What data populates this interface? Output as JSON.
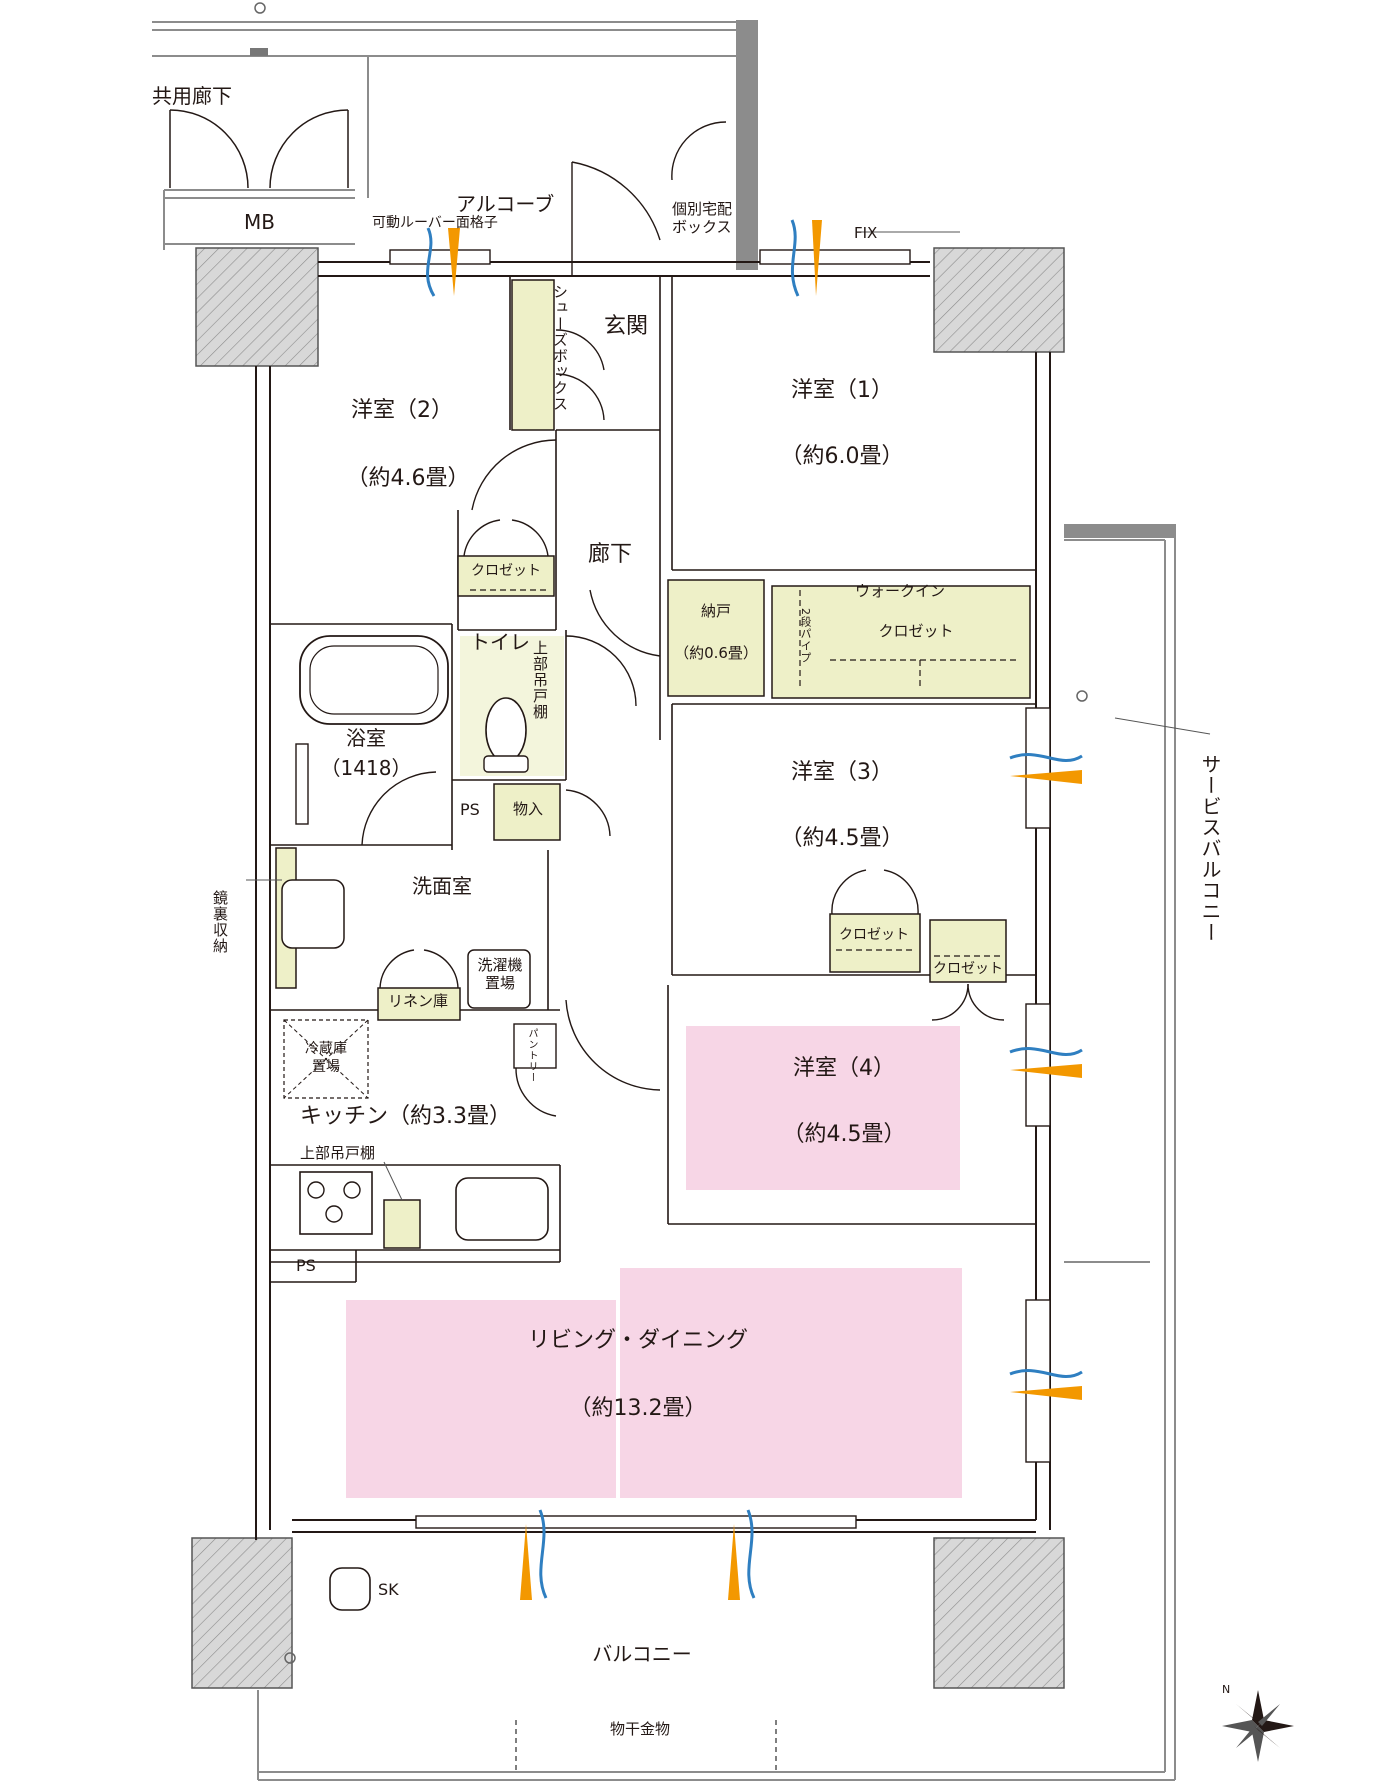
{
  "colors": {
    "wall": "#8c8c8c",
    "wall_dark": "#231815",
    "wall_hatch": "#c8c8c8",
    "storage_fill": "#eef0c8",
    "highlight": "#f7d6e6",
    "wind_blue": "#2f7fc1",
    "sun_orange": "#f39800"
  },
  "labels": {
    "common_corridor": "共用廊下",
    "mb": "MB",
    "alcove": "アルコーブ",
    "louver": "可動ルーバー面格子",
    "delivery_box": "個別宅配ボックス",
    "fix": "FIX",
    "shoe_box": "シューズボックス",
    "entrance": "玄関",
    "corridor": "廊下",
    "room1_name": "洋室（1）",
    "room1_size": "（約6.0畳）",
    "room2_name": "洋室（2）",
    "room2_size": "（約4.6畳）",
    "room3_name": "洋室（3）",
    "room3_size": "（約4.5畳）",
    "room4_name": "洋室（4）",
    "room4_size": "（約4.5畳）",
    "closet": "クロゼット",
    "storage_room": "納戸",
    "storage_room_size": "（約0.6畳）",
    "walkin_1": "ウォークイン",
    "walkin_2": "クロゼット",
    "two_tier_pipe": "2段パイプ",
    "toilet": "トイレ",
    "upper_cabinet_vertical": "上部吊戸棚",
    "bathroom": "浴室",
    "bathroom_size": "（1418）",
    "ps": "PS",
    "storage": "物入",
    "washroom": "洗面室",
    "mirror_storage": "鏡裏収納",
    "linen": "リネン庫",
    "washer_1": "洗濯機",
    "washer_2": "置場",
    "fridge_1": "冷蔵庫",
    "fridge_2": "置場",
    "pantry": "パントリー",
    "kitchen": "キッチン（約3.3畳）",
    "upper_cabinet": "上部吊戸棚",
    "living_name": "リビング・ダイニング",
    "living_size": "（約13.2畳）",
    "service_balcony": "サービスバルコニー",
    "sk": "SK",
    "balcony": "バルコニー",
    "clothes_hanger": "物干金物",
    "north": "N"
  }
}
